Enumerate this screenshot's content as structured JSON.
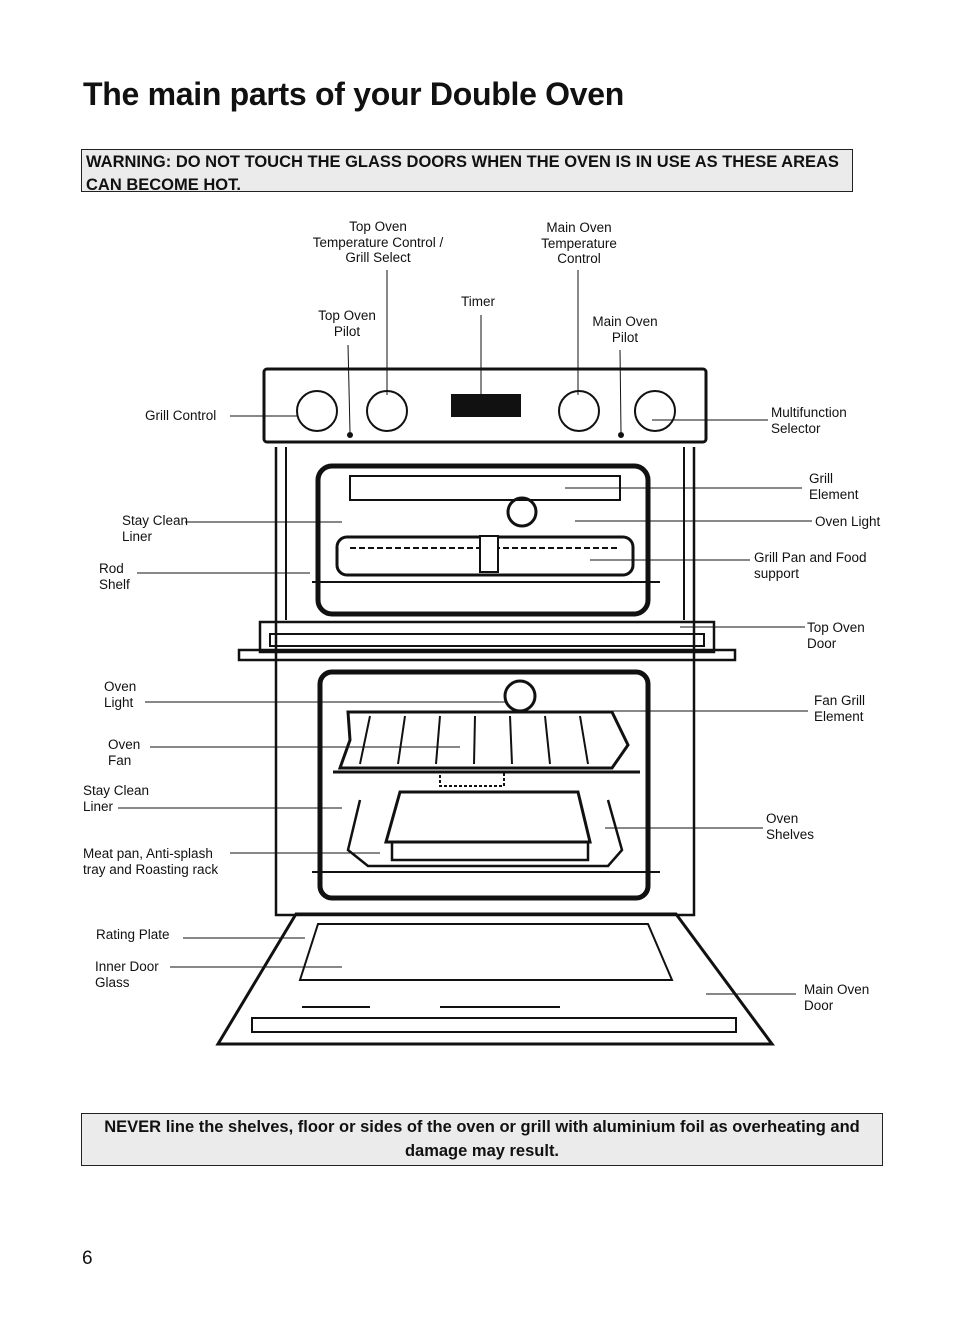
{
  "page": {
    "title": "The main parts of your Double Oven",
    "warning": "WARNING: DO NOT TOUCH THE GLASS DOORS WHEN THE OVEN IS IN USE AS THESE AREAS CAN BECOME HOT.",
    "note_bold_lead": "NEVER",
    "note_rest": " line the shelves, floor or sides of the oven or grill with aluminium foil as overheating and damage may result.",
    "page_number": "6"
  },
  "labels": {
    "top_oven_temp_control": "Top Oven\nTemperature Control /\nGrill Select",
    "main_oven_temp_control": "Main Oven\nTemperature\nControl",
    "timer": "Timer",
    "top_oven_pilot": "Top Oven\nPilot",
    "main_oven_pilot": "Main Oven\nPilot",
    "grill_control": "Grill Control",
    "multifunction_selector": "Multifunction\nSelector",
    "grill_element": "Grill\nElement",
    "stay_clean_liner_top": "Stay Clean\nLiner",
    "oven_light_top": "Oven Light",
    "grill_pan": "Grill Pan and Food\nsupport",
    "rod_shelf": "Rod\nShelf",
    "top_oven_door": "Top Oven\nDoor",
    "oven_light_main": "Oven\nLight",
    "fan_grill_element": "Fan Grill\nElement",
    "oven_fan": "Oven\nFan",
    "stay_clean_liner_main": "Stay Clean\nLiner",
    "oven_shelves": "Oven\nShelves",
    "meat_pan": "Meat pan, Anti-splash\ntray and Roasting rack",
    "rating_plate": "Rating Plate",
    "inner_door_glass": "Inner Door\nGlass",
    "main_oven_door": "Main Oven\nDoor"
  }
}
